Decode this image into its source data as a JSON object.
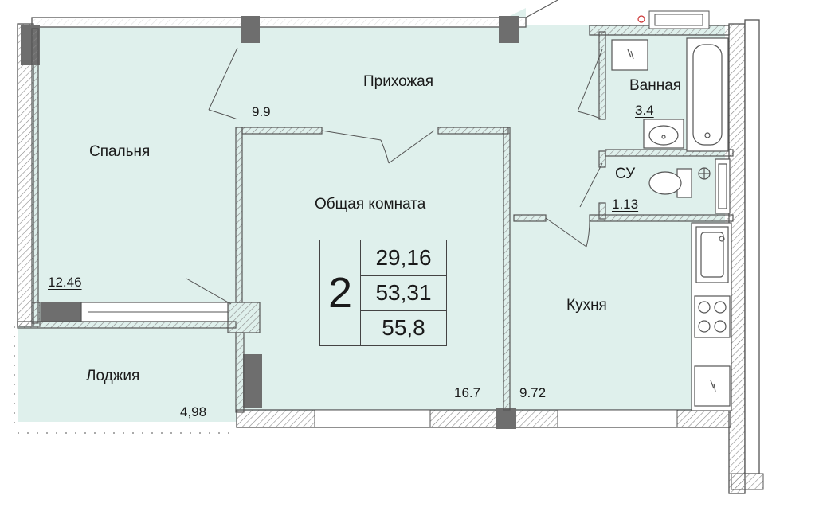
{
  "colors": {
    "floor": "#dff0ec",
    "wall": "#ffffff",
    "wall_stroke": "#555555",
    "column": "#6e6e6e",
    "hatch": "#888888"
  },
  "rooms": [
    {
      "name": "Спальня",
      "area": "12.46"
    },
    {
      "name": "Прихожая",
      "area": "9.9"
    },
    {
      "name": "Ванная",
      "area": "3.4"
    },
    {
      "name": "СУ",
      "area": "1.13"
    },
    {
      "name": "Общая комната",
      "area": "16.7"
    },
    {
      "name": "Кухня",
      "area": "9.72"
    },
    {
      "name": "Лоджия",
      "area": "4,98"
    }
  ],
  "summary": {
    "rooms_count": "2",
    "living_area": "29,16",
    "total_area": "53,31",
    "total_with_loggia": "55,8"
  },
  "fixtures": [
    "bathtub-icon",
    "sink-icon",
    "toilet-icon",
    "kitchen-sink-icon",
    "stove-icon",
    "electric-panel-icon",
    "radiator-icon"
  ]
}
